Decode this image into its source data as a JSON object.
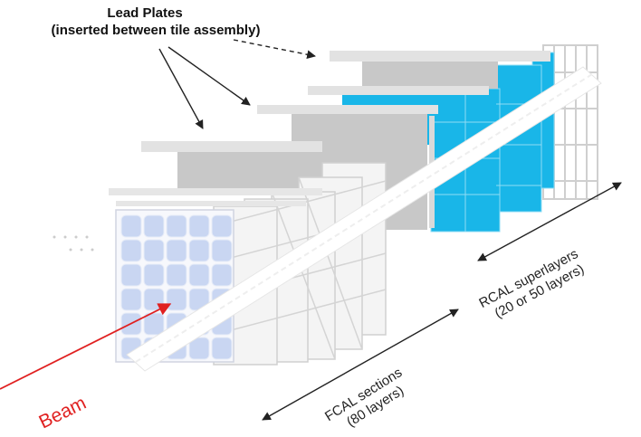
{
  "labels": {
    "lead_plates_title": "Lead Plates",
    "lead_plates_subtitle": "(inserted between tile assembly)",
    "rcal_line1": "RCAL superlayers",
    "rcal_line2": "(20 or 50 layers)",
    "fcal_line1": "FCAL sections",
    "fcal_line2": "(80 layers)",
    "beam": "Beam"
  },
  "colors": {
    "lead_plate": "#c8c8c8",
    "lead_plate_top": "#e2e2e2",
    "rcal_tile": "#19b6e8",
    "fcal_tile": "#c9d6f2",
    "frame": "#d4d4d4",
    "beam": "#e02020",
    "arrow": "#222222"
  }
}
